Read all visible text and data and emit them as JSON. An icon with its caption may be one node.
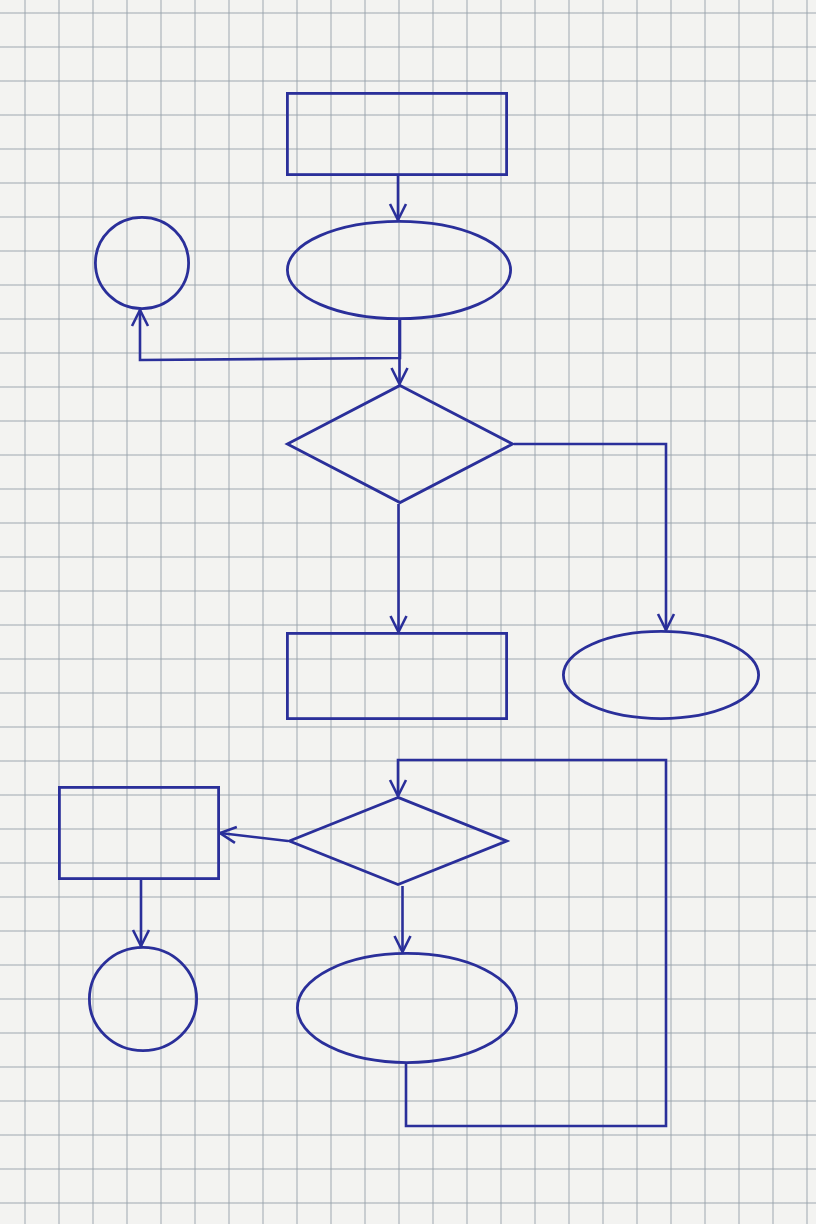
{
  "diagram": {
    "nodes": [
      {
        "text": [],
        "shape": "box"
      },
      {
        "text": [],
        "shape": "circle"
      },
      {
        "text": [],
        "shape": "ellipse"
      },
      {
        "text": [],
        "shape": "diamond"
      },
      {
        "text": [],
        "shape": "box"
      },
      {
        "text": [],
        "shape": "ellipse"
      },
      {
        "text": [],
        "shape": "box"
      },
      {
        "text": [],
        "shape": "diamond"
      },
      {
        "text": [],
        "shape": "circle"
      },
      {
        "text": [],
        "shape": "ellipse"
      }
    ],
    "edges": [
      {
        "from": 0,
        "to": 2,
        "arrow": "to"
      },
      {
        "from": 2,
        "to": 3,
        "arrow": "to"
      },
      {
        "from": 2,
        "to": 1,
        "arrow": "to"
      },
      {
        "from": 3,
        "to": 4,
        "arrow": "to"
      },
      {
        "from": 3,
        "to": 5,
        "arrow": "to"
      },
      {
        "from": 9,
        "to": 7,
        "arrow": "to"
      },
      {
        "from": 7,
        "to": 6,
        "arrow": "to"
      },
      {
        "from": 7,
        "to": 9,
        "arrow": "to"
      },
      {
        "from": 6,
        "to": 8,
        "arrow": "to"
      }
    ]
  }
}
